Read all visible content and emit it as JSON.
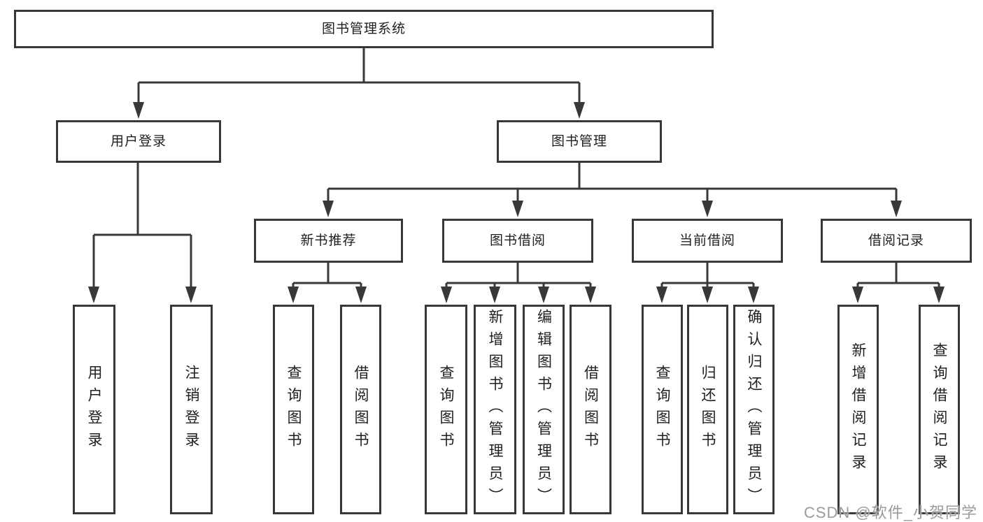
{
  "tree": {
    "root": {
      "label": "图书管理系统"
    },
    "branches": [
      {
        "label": "用户登录",
        "children": [
          {
            "label": "用户登录"
          },
          {
            "label": "注销登录"
          }
        ]
      },
      {
        "label": "图书管理",
        "children": [
          {
            "label": "新书推荐",
            "children": [
              {
                "label": "查询图书"
              },
              {
                "label": "借阅图书"
              }
            ]
          },
          {
            "label": "图书借阅",
            "children": [
              {
                "label": "查询图书"
              },
              {
                "label": "新增图书（管理员）"
              },
              {
                "label": "编辑图书（管理员）"
              },
              {
                "label": "借阅图书"
              }
            ]
          },
          {
            "label": "当前借阅",
            "children": [
              {
                "label": "查询图书"
              },
              {
                "label": "归还图书"
              },
              {
                "label": "确认归还（管理员）"
              }
            ]
          },
          {
            "label": "借阅记录",
            "children": [
              {
                "label": "新增借阅记录"
              },
              {
                "label": "查询借阅记录"
              }
            ]
          }
        ]
      }
    ]
  },
  "watermark": {
    "text": "CSDN @软件_小贺同学"
  },
  "colors": {
    "line": "#383838",
    "box_border": "#383838",
    "text": "#1f1f1f",
    "watermark": "#9b9b9b",
    "background": "#ffffff"
  }
}
